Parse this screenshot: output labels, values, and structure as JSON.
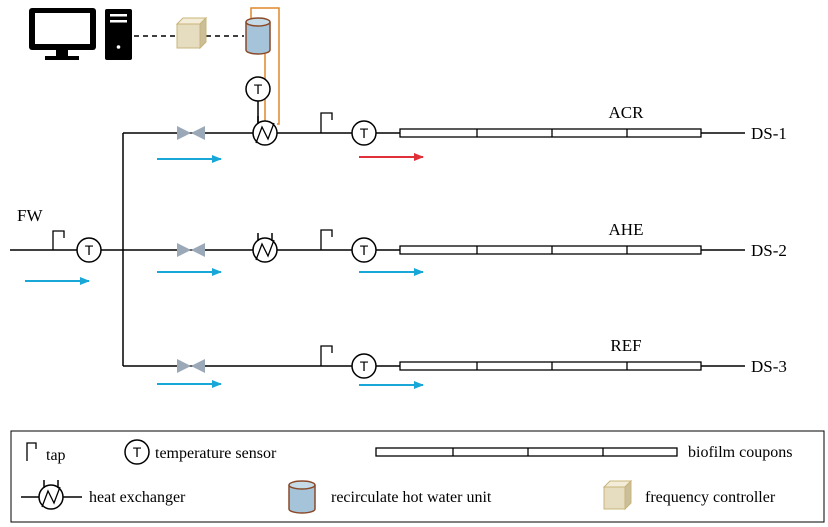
{
  "diagram": {
    "inlet_label": "FW",
    "lines": [
      {
        "name": "ACR",
        "outlet": "DS-1",
        "flow_color": "#e0303a"
      },
      {
        "name": "AHE",
        "outlet": "DS-2",
        "flow_color": "#19a7d8"
      },
      {
        "name": "REF",
        "outlet": "DS-3",
        "flow_color": "#19a7d8"
      }
    ],
    "sensor_symbol": "T",
    "colors": {
      "pipe": "#000000",
      "flow_arrow": "#19a7d8",
      "heated_flow_arrow": "#e0303a",
      "hot_water_loop": "#e0872a",
      "valve": "#9aa8b8",
      "tank_fill": "#a6c4d9",
      "tank_stroke": "#8a4a2a",
      "controller_box": "#e6dcc0"
    },
    "icons": [
      "computer-monitor-icon",
      "computer-tower-icon",
      "frequency-controller-icon",
      "hot-water-tank-icon",
      "valve-icon",
      "heat-exchanger-icon",
      "temperature-sensor-icon",
      "tap-icon"
    ]
  },
  "legend": {
    "tap": "tap",
    "temperature_sensor": "temperature sensor",
    "biofilm_coupons": "biofilm coupons",
    "heat_exchanger": "heat exchanger",
    "hot_water_unit": "recirculate hot water unit",
    "frequency_controller": "frequency controller"
  }
}
